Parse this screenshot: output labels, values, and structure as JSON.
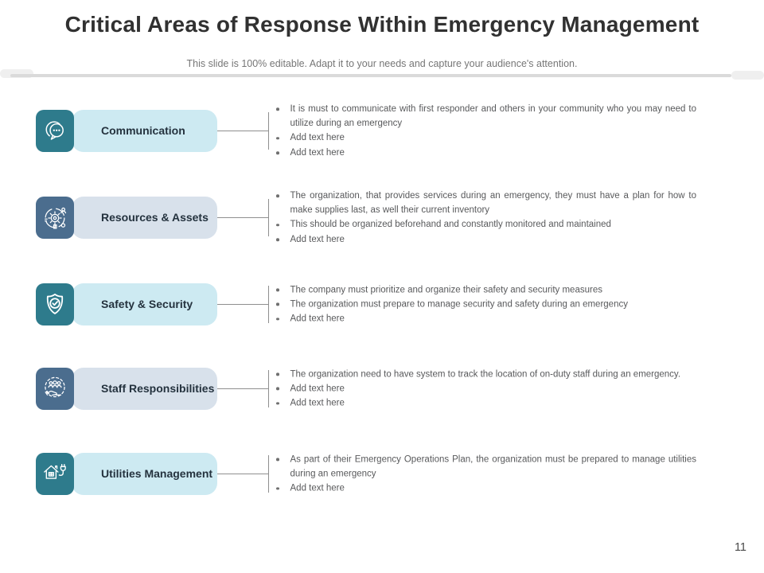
{
  "slide": {
    "title": "Critical Areas of Response Within Emergency Management",
    "subtitle": "This slide is 100% editable. Adapt it to your needs and capture your audience's attention.",
    "page_number": "11"
  },
  "colors": {
    "teal": "#2e7b8c",
    "slate": "#4b6d8e",
    "light_cyan": "#cdeaf2",
    "light_slate": "#d8e1eb",
    "divider": "#dadada",
    "connector": "#8f8f8f"
  },
  "rows": [
    {
      "label": "Communication",
      "icon": "chat-bubbles-icon",
      "theme": "teal",
      "bullets": [
        "It is must to communicate with first responder and others in your community who you may need to utilize during an emergency",
        "Add text here",
        "Add text here"
      ]
    },
    {
      "label": "Resources & Assets",
      "icon": "gear-cycle-icon",
      "theme": "slate",
      "bullets": [
        "The organization, that provides services during an emergency, they must have a plan for how to make supplies last, as well their current inventory",
        "This should be organized beforehand and constantly monitored and maintained",
        "Add text here"
      ]
    },
    {
      "label": "Safety & Security",
      "icon": "shield-check-icon",
      "theme": "teal",
      "bullets": [
        "The company must prioritize and organize their safety and security measures",
        "The organization must prepare to manage security and safety during an emergency",
        "Add text here"
      ]
    },
    {
      "label": "Staff Responsibilities",
      "icon": "team-hand-icon",
      "theme": "slate",
      "bullets": [
        "The organization need to have system to track the location of on-duty staff during an emergency.",
        "Add text here",
        "Add text here"
      ]
    },
    {
      "label": "Utilities Management",
      "icon": "house-plug-icon",
      "theme": "teal",
      "bullets": [
        "As part of their Emergency Operations Plan, the organization must be prepared to manage utilities during an emergency",
        "Add text here"
      ]
    }
  ]
}
